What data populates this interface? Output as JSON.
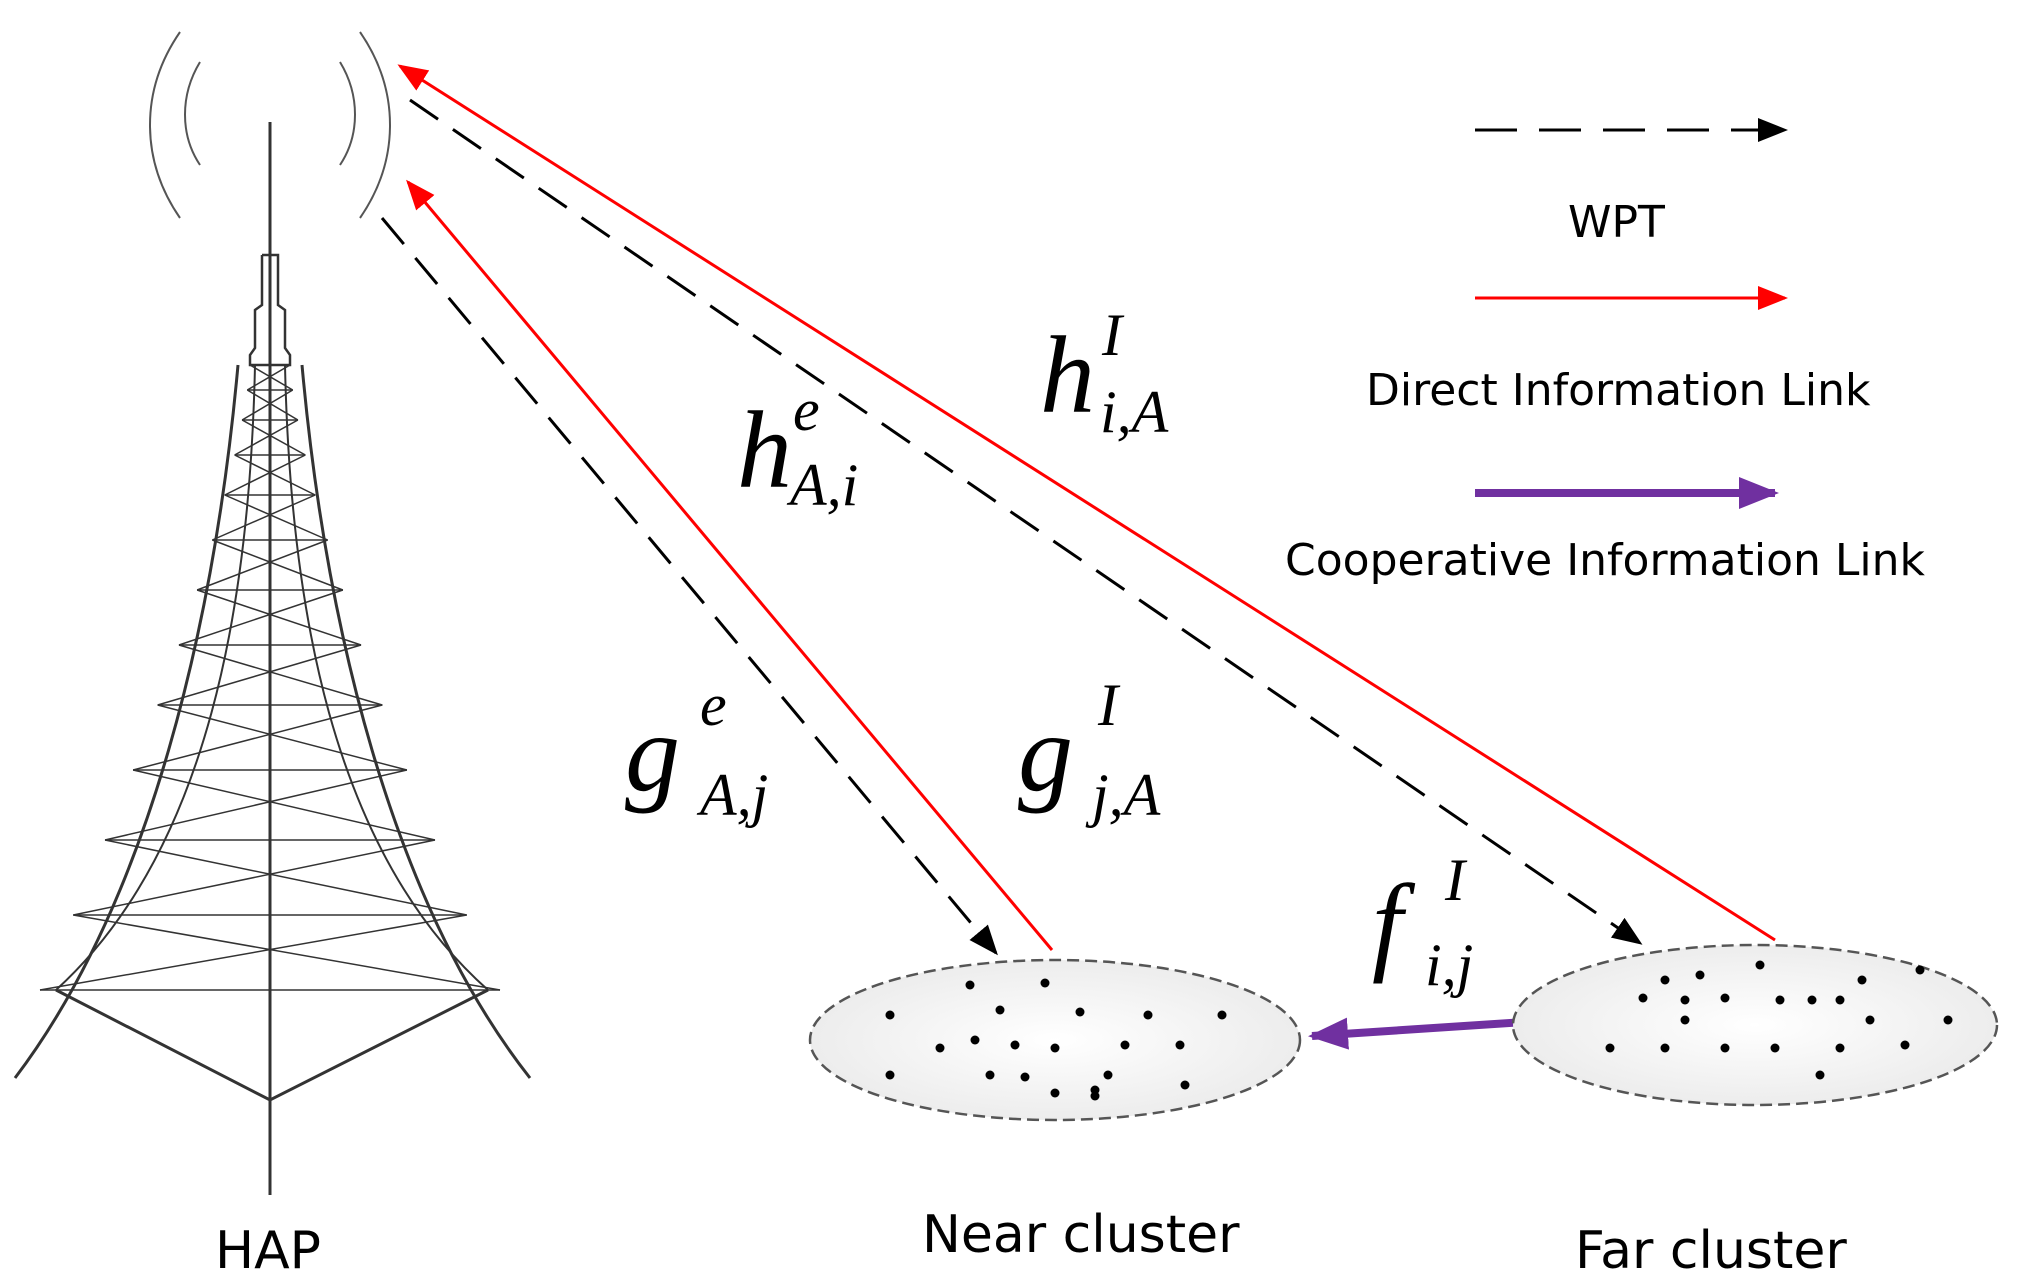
{
  "labels": {
    "hap": "HAP",
    "near_cluster": "Near cluster",
    "far_cluster": "Far cluster"
  },
  "legend": {
    "items": [
      {
        "label": "WPT",
        "style": "dashed",
        "color": "#000000"
      },
      {
        "label": "Direct Information Link",
        "style": "solid",
        "color": "#ff0000"
      },
      {
        "label": "Cooperative Information Link",
        "style": "thick",
        "color": "#7030a0"
      }
    ]
  },
  "channels": {
    "h_I": {
      "base": "h",
      "sup": "I",
      "sub": "i,A"
    },
    "h_e": {
      "base": "h",
      "sup": "e",
      "sub": "A,i"
    },
    "g_e": {
      "base": "g",
      "sup": "e",
      "sub": "A,j"
    },
    "g_I": {
      "base": "g",
      "sup": "I",
      "sub": "j,A"
    },
    "f_I": {
      "base": "f",
      "sup": "I",
      "sub": "i,j"
    }
  },
  "colors": {
    "wpt": "#000000",
    "direct": "#ff0000",
    "cooperative": "#7030a0",
    "cluster_fill": "#f2f2f2",
    "cluster_stroke": "#555555"
  }
}
